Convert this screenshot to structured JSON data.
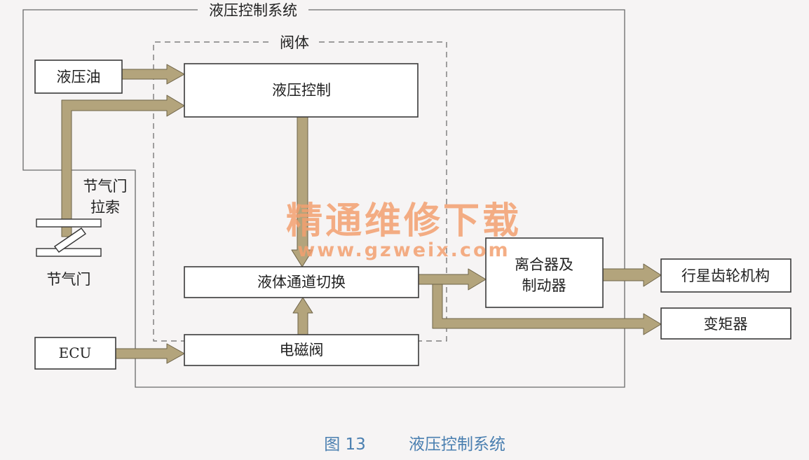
{
  "outer_system_label": "液压控制系统",
  "valve_body_label": "阀体",
  "boxes": {
    "hydraulic_oil": "液压油",
    "hydraulic_control": "液压控制",
    "fluid_channel_switch": "液体通道切换",
    "solenoid_valve": "电磁阀",
    "ecu": "ECU",
    "clutch_brake_line1": "离合器及",
    "clutch_brake_line2": "制动器",
    "planetary_gear": "行星齿轮机构",
    "torque_converter": "变矩器"
  },
  "throttle_cable_line1": "节气门",
  "throttle_cable_line2": "拉索",
  "throttle_label": "节气门",
  "watermark": {
    "cn": "精通维修下载",
    "url": "www.gzweix.com"
  },
  "caption": {
    "figure_no": "图 13",
    "title": "液压控制系统"
  },
  "colors": {
    "arrow_fill": "#b3a47c",
    "watermark": "#f3a070",
    "caption": "#4a7fb0"
  }
}
